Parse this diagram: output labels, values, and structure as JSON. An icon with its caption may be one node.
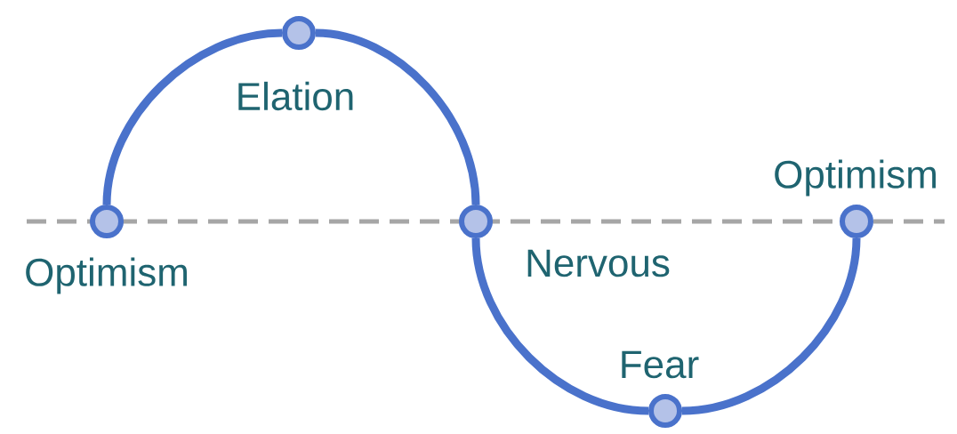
{
  "diagram": {
    "nodes": [
      {
        "text": [],
        "shape": "circle",
        "beside": [
          "Optimism"
        ]
      },
      {
        "text": [],
        "shape": "circle",
        "beside": [
          "Elation"
        ]
      },
      {
        "text": [],
        "shape": "circle",
        "beside": [
          "Nervous"
        ]
      },
      {
        "text": [],
        "shape": "circle",
        "beside": [
          "Fear"
        ]
      },
      {
        "text": [],
        "shape": "circle",
        "beside": [
          "Optimism"
        ]
      }
    ],
    "edges": [
      {
        "from": 0,
        "to": 1,
        "arrow": "none"
      },
      {
        "from": 1,
        "to": 2,
        "arrow": "none"
      },
      {
        "from": 2,
        "to": 3,
        "arrow": "none"
      },
      {
        "from": 3,
        "to": 4,
        "arrow": "none"
      }
    ]
  }
}
